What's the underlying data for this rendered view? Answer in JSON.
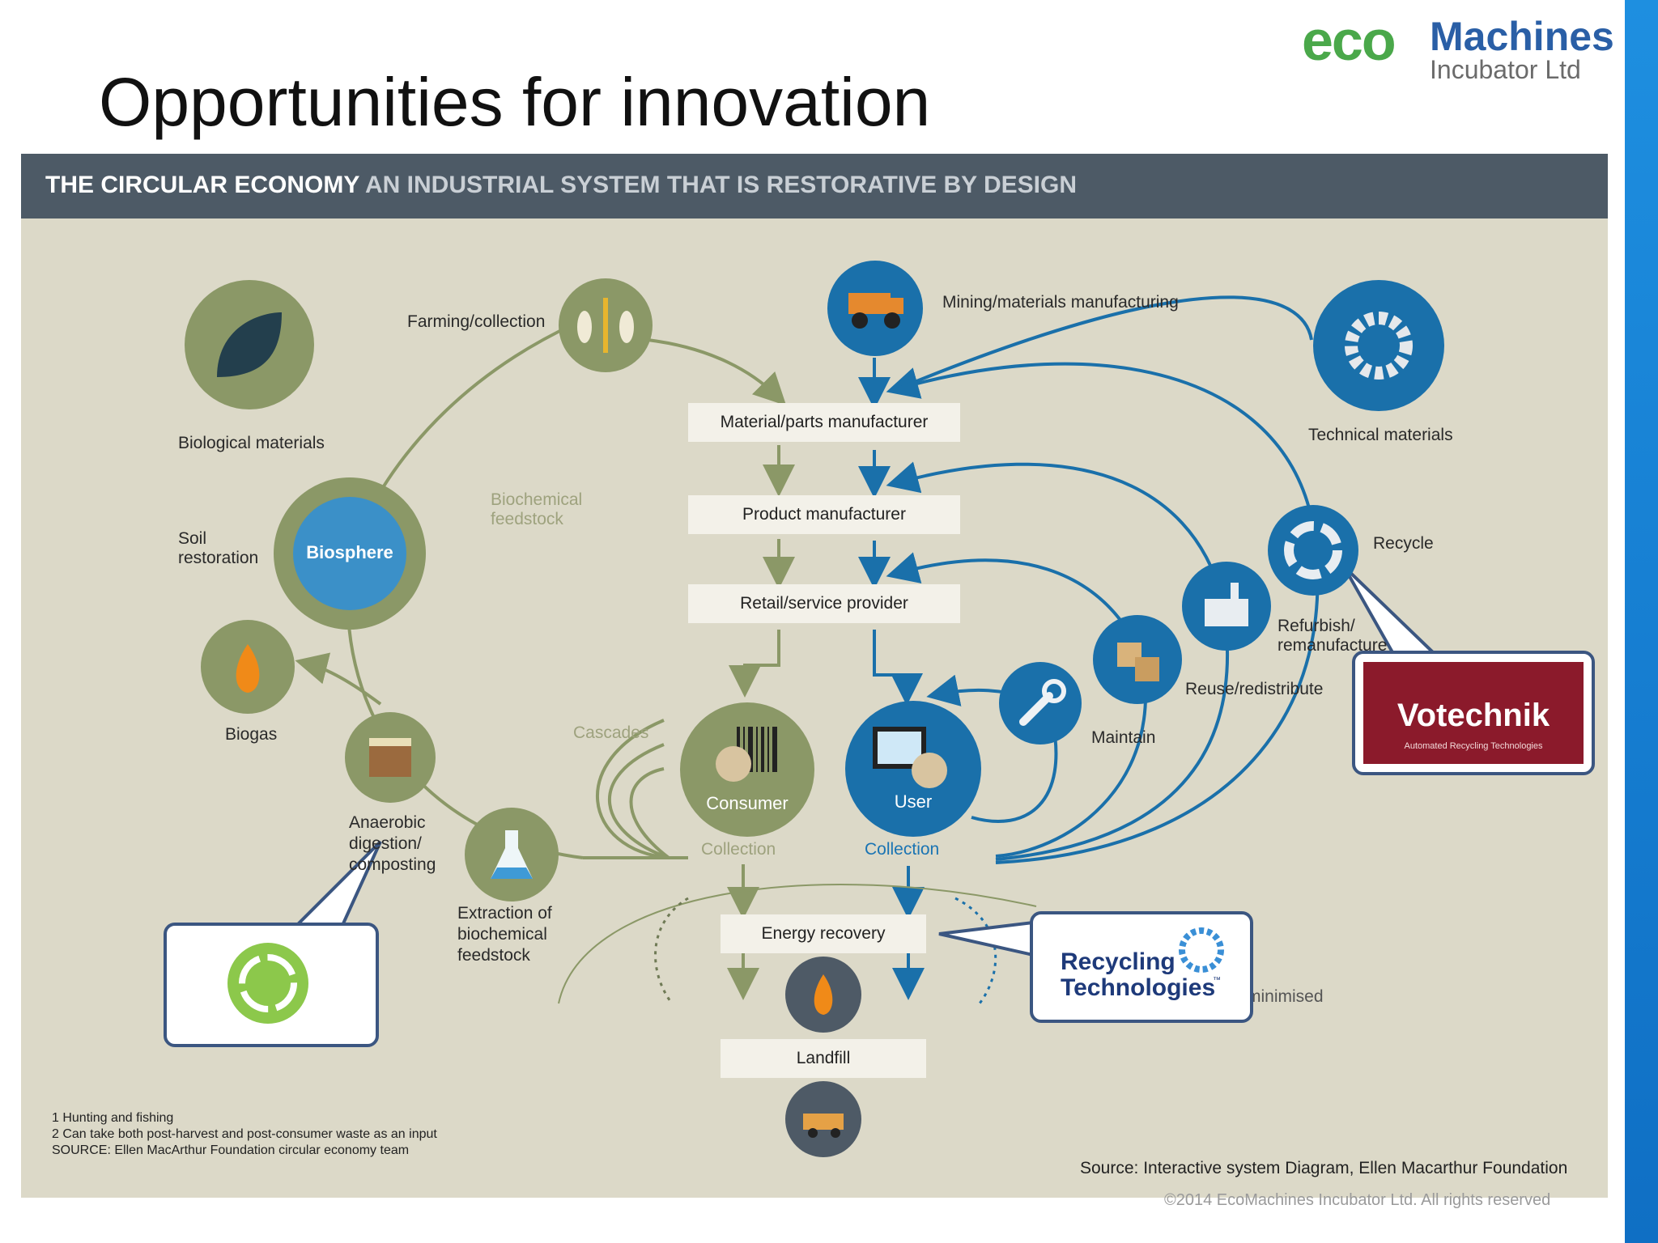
{
  "slide": {
    "title": "Opportunities for innovation",
    "copyright": "©2014 EcoMachines Incubator Ltd. All rights reserved",
    "colors": {
      "accent": "#1e8fe0",
      "diagram_bg": "#dcd9c8",
      "banner": "#4d5a66",
      "olive": "#8b9867",
      "blue": "#1a70aa",
      "dark": "#4e5a66"
    }
  },
  "logo": {
    "eco": "eco",
    "machines": "Machines",
    "sub": "Incubator Ltd"
  },
  "banner": {
    "bold": "THE CIRCULAR ECONOMY",
    "rest": " AN INDUSTRIAL SYSTEM THAT IS RESTORATIVE BY DESIGN"
  },
  "biological": {
    "materials": "Biological materials",
    "farming": "Farming/collection",
    "biochemical_feedstock": "Biochemical\nfeedstock",
    "soil": "Soil\nrestoration",
    "biosphere": "Biosphere",
    "biogas": "Biogas",
    "anaerobic": "Anaerobic\ndigestion/\ncomposting",
    "extraction": "Extraction of\nbiochemical\nfeedstock",
    "cascades": "Cascades"
  },
  "technical": {
    "mining": "Mining/materials manufacturing",
    "materials": "Technical materials",
    "recycle": "Recycle",
    "refurbish": "Refurbish/\nremanufacture",
    "reuse": "Reuse/redistribute",
    "maintain": "Maintain"
  },
  "flow": {
    "material_parts": "Material/parts manufacturer",
    "product": "Product manufacturer",
    "retail": "Retail/service provider",
    "consumer": "Consumer",
    "user": "User",
    "collection_consumer": "Collection",
    "collection_user": "Collection",
    "energy": "Energy recovery",
    "landfill": "Landfill",
    "minimised": "minimised"
  },
  "callouts": {
    "votechnik": "Votechnik",
    "votechnik_tag": "Automated Recycling Technologies",
    "recycling_tech_1": "Recycling",
    "recycling_tech_2": "Technologies",
    "recycling_tech_tm": "™"
  },
  "footnotes": {
    "n1": "1 Hunting and fishing",
    "n2": "2 Can take both post-harvest and post-consumer waste as an input",
    "n3": "SOURCE: Ellen MacArthur Foundation circular economy team"
  },
  "source": "Source: Interactive system Diagram, Ellen Macarthur Foundation",
  "icons": [
    "leaf-icon",
    "wheat-fish-icon",
    "globe-icon",
    "flame-icon",
    "soil-icon",
    "flask-icon",
    "truck-icon",
    "gear-icon",
    "recycle-icon",
    "factory-icon",
    "boxes-icon",
    "wrench-icon",
    "barcode-icon",
    "monitor-icon",
    "dump-truck-icon"
  ]
}
